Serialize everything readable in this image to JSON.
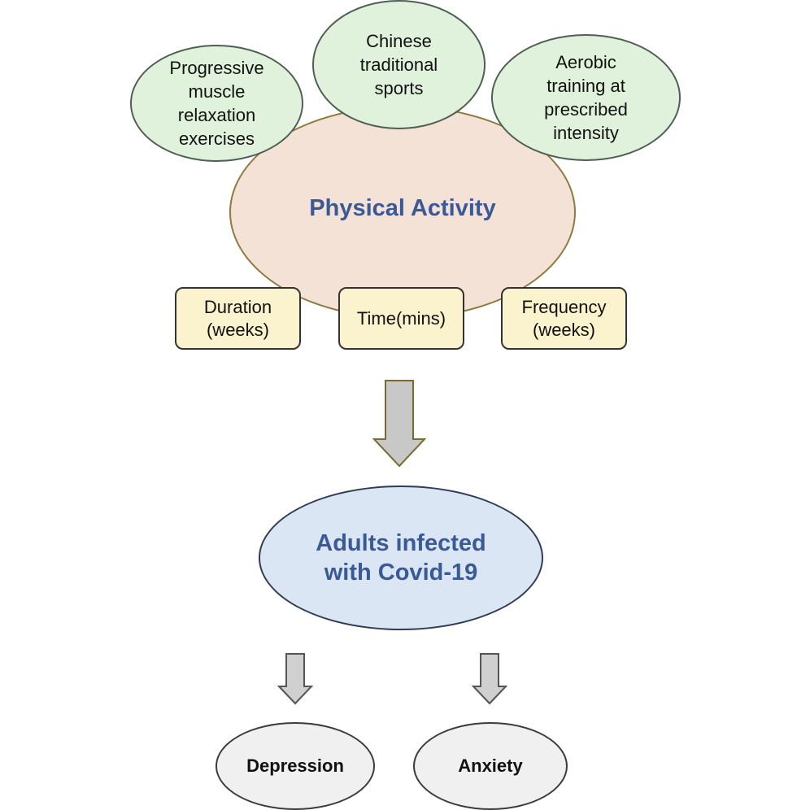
{
  "diagram": {
    "physical_activity": {
      "label": "Physical Activity",
      "types": [
        {
          "id": "pmr",
          "label": "Progressive muscle relaxation exercises"
        },
        {
          "id": "cts",
          "label": "Chinese traditional sports"
        },
        {
          "id": "atp",
          "label": "Aerobic training at prescribed intensity"
        }
      ],
      "parameters": [
        {
          "id": "duration",
          "label": "Duration (weeks)"
        },
        {
          "id": "time",
          "label": "Time(mins)"
        },
        {
          "id": "frequency",
          "label": "Frequency (weeks)"
        }
      ]
    },
    "population": {
      "label": "Adults infected with Covid-19"
    },
    "outcomes": [
      {
        "id": "depression",
        "label": "Depression"
      },
      {
        "id": "anxiety",
        "label": "Anxiety"
      }
    ]
  },
  "colors": {
    "activity_fill": "#f4e2d6",
    "type_fill": "#e1f2dc",
    "parameter_fill": "#fbf3cd",
    "population_fill": "#dbe6f5",
    "outcome_fill": "#f0f0f0",
    "title_text": "#3a5a97",
    "arrow_fill": "#c8c8c8"
  },
  "icons": {
    "main_arrow": "arrow-down-icon",
    "outcome_arrows": "arrow-down-icon"
  }
}
